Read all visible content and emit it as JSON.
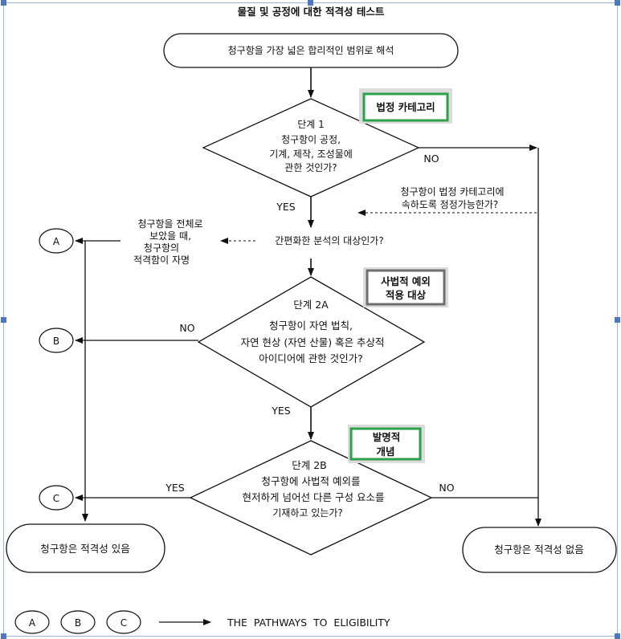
{
  "title": "물질 및 공정에 대한 적격성 테스트",
  "start": "청구항을 가장 넓은 합리적인 범위로 해석",
  "step1": {
    "heading": "단계 1",
    "lines": [
      "청구항이 공정,",
      "기계, 제작, 조성물에",
      "관한 것인가?"
    ],
    "tag": "법정 카테고리",
    "yes": "YES",
    "no": "NO"
  },
  "amend_note": [
    "청구항이 법정 카테고리에",
    "속하도록 정정가능한가?"
  ],
  "streamline": {
    "question": "간편화한 분석의 대상인가?",
    "note": [
      "청구항을 전체로",
      "보았을 때,",
      "청구항의",
      "적격함이 자명"
    ]
  },
  "step2a": {
    "heading": "단계 2A",
    "lines": [
      "청구항이 자연 법칙,",
      "자연 현상 (자연 산물) 혹은 추상적",
      "아이디어에 관한 것인가?"
    ],
    "tag": [
      "사법적 예외",
      "적용 대상"
    ],
    "yes": "YES",
    "no": "NO"
  },
  "step2b": {
    "heading": "단계 2B",
    "lines": [
      "청구항에 사법적 예외를",
      "현저하게 넘어선 다른 구성 요소를",
      "기재하고 있는가?"
    ],
    "tag": [
      "발명적",
      "개념"
    ],
    "yes": "YES",
    "no": "NO"
  },
  "pathways": [
    "A",
    "B",
    "C"
  ],
  "eligible": "청구항은 적격성 있음",
  "ineligible": "청구항은 적격성 없음",
  "legend": {
    "circles": [
      "A",
      "B",
      "C"
    ],
    "text": "THE  PATHWAYS  TO  ELIGIBILITY"
  },
  "colors": {
    "line": "#111111",
    "tag_green": "#2aa14a",
    "tag_gray": "#6e6e6e",
    "handle": "#4a78c8",
    "frame": "#9fb6d8"
  }
}
